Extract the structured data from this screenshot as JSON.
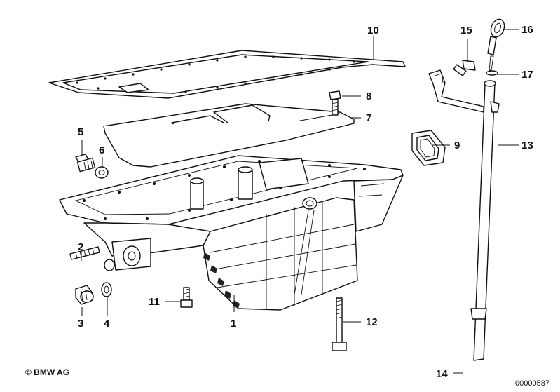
{
  "labels": {
    "p1": "1",
    "p2": "2",
    "p3": "3",
    "p4": "4",
    "p5": "5",
    "p6": "6",
    "p7": "7",
    "p8": "8",
    "p9": "9",
    "p10": "10",
    "p11": "11",
    "p12": "12",
    "p13": "13",
    "p14": "14",
    "p15": "15",
    "p16": "16",
    "p17": "17"
  },
  "footer": {
    "copyright": "© BMW AG",
    "document_number": "00000587"
  }
}
